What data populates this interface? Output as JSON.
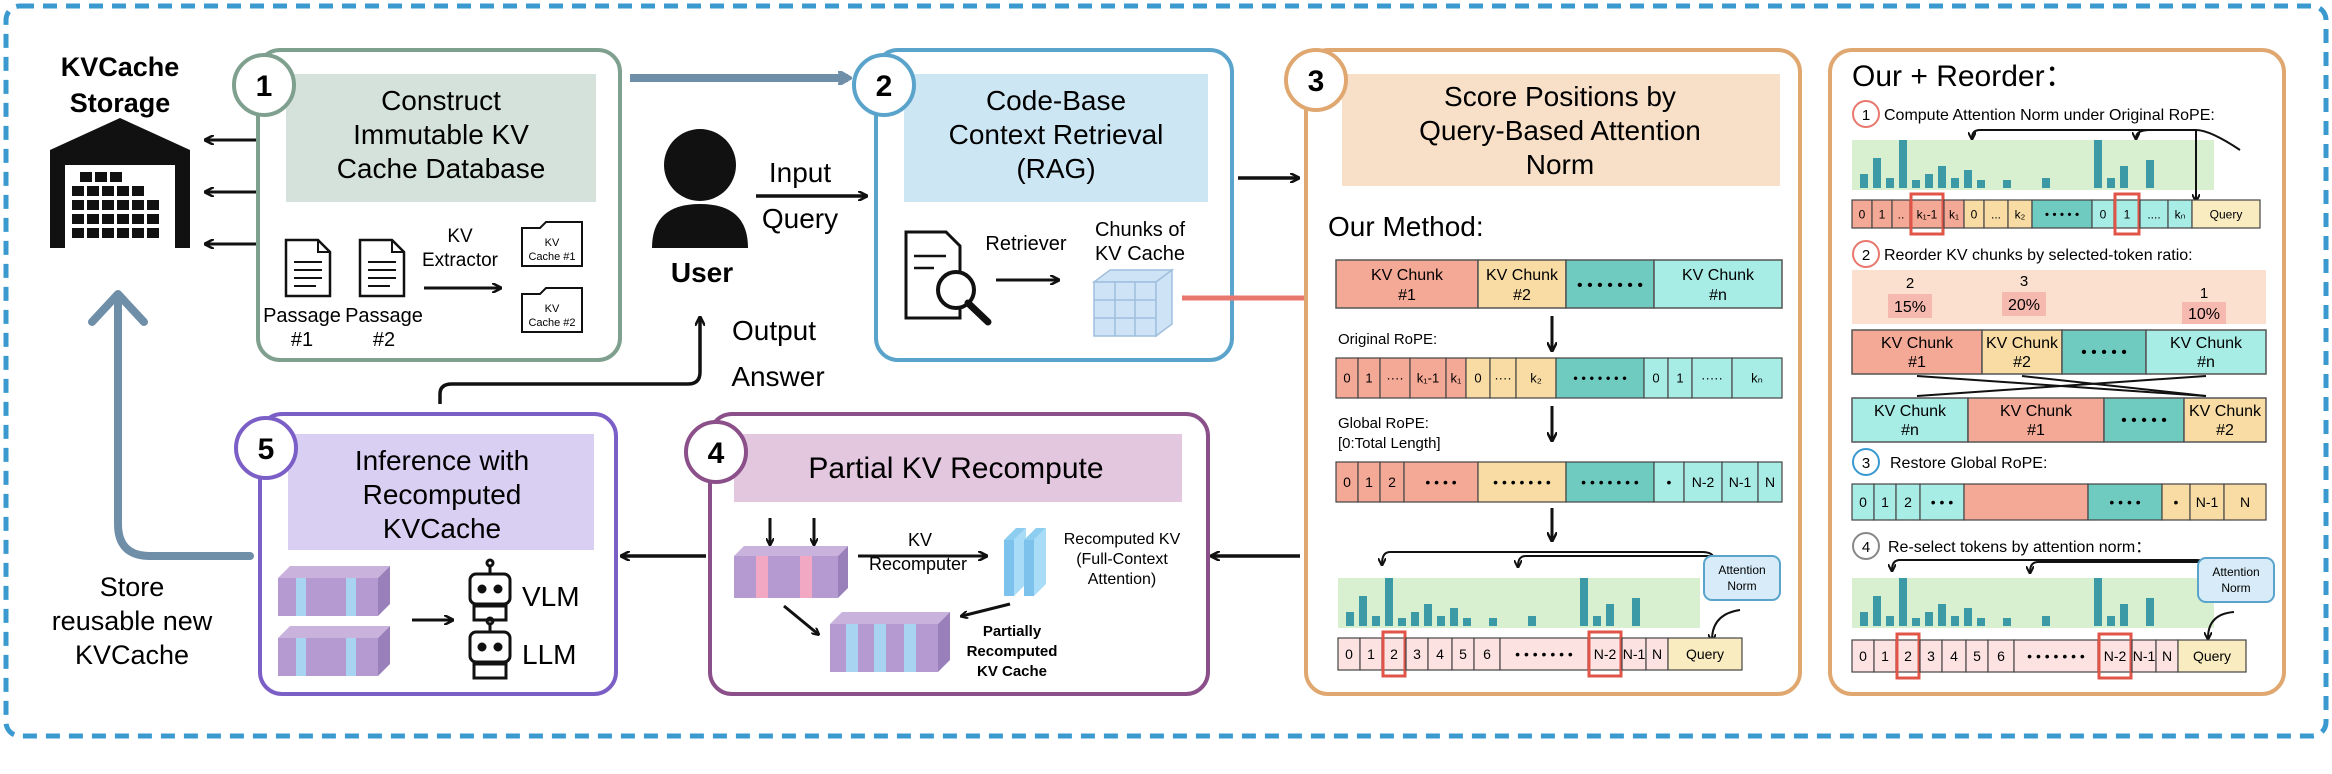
{
  "storage": {
    "title_line1": "KVCache",
    "title_line2": "Storage",
    "store_line1": "Store",
    "store_line2": "reusable new",
    "store_line3": "KVCache"
  },
  "step1": {
    "num": "1",
    "title_line1": "Construct",
    "title_line2": "Immutable KV",
    "title_line3": "Cache Database",
    "passage1_line1": "Passage",
    "passage1_line2": "#1",
    "passage2_line1": "Passage",
    "passage2_line2": "#2",
    "extractor_line1": "KV",
    "extractor_line2": "Extractor",
    "cache1_line1": "KV",
    "cache1_line2": "Cache #1",
    "cache2_line1": "KV",
    "cache2_line2": "Cache #2"
  },
  "user": {
    "label": "User",
    "input_line1": "Input",
    "input_line2": "Query",
    "output_line1": "Output",
    "output_line2": "Answer"
  },
  "step2": {
    "num": "2",
    "title_line1": "Code-Base",
    "title_line2": "Context Retrieval",
    "title_line3": "(RAG)",
    "retriever": "Retriever",
    "chunks_line1": "Chunks of",
    "chunks_line2": "KV Cache"
  },
  "step3": {
    "num": "3",
    "title_line1": "Score Positions by",
    "title_line2": "Query-Based Attention",
    "title_line3": "Norm",
    "method": "Our Method:",
    "chunks": [
      {
        "line1": "KV Chunk",
        "line2": "#1"
      },
      {
        "line1": "KV Chunk",
        "line2": "#2"
      },
      {
        "line1": "• • • • • • •",
        "line2": ""
      },
      {
        "line1": "KV Chunk",
        "line2": "#n"
      }
    ],
    "original_rope": "Original RoPE:",
    "original_tokens": [
      "0",
      "1",
      "····",
      "k₁-1",
      "k₁",
      "0",
      "····",
      "k₂",
      "• • • • • • •",
      "0",
      "1",
      "·····",
      "kₙ"
    ],
    "global_rope_line1": "Global RoPE:",
    "global_rope_line2": "[0:Total Length]",
    "global_tokens": [
      "0",
      "1",
      "2",
      "• • • •",
      "• • • • • • •",
      "• • • • • • •",
      "•",
      "N-2",
      "N-1",
      "N"
    ],
    "attn_norm_line1": "Attention",
    "attn_norm_line2": "Norm",
    "final_tokens": [
      "0",
      "1",
      "2",
      "3",
      "4",
      "5",
      "6",
      "• • • • • • •",
      "N-2",
      "N-1",
      "N",
      "Query"
    ]
  },
  "step4": {
    "num": "4",
    "title": "Partial KV Recompute",
    "recomputer_line1": "KV",
    "recomputer_line2": "Recomputer",
    "recomputed_line1": "Recomputed KV",
    "recomputed_line2": "(Full-Context",
    "recomputed_line3": "Attention)",
    "partial_line1": "Partially",
    "partial_line2": "Recomputed",
    "partial_line3": "KV Cache"
  },
  "step5": {
    "num": "5",
    "title_line1": "Inference with",
    "title_line2": "Recomputed",
    "title_line3": "KVCache",
    "vlm": "VLM",
    "llm": "LLM"
  },
  "reorder": {
    "title": "Our + Reorder：",
    "s1_num": "1",
    "s1_text": "Compute Attention Norm under Original RoPE:",
    "s1_tokens": [
      "0",
      "1",
      "..",
      "k₁-1",
      "k₁",
      "0",
      "...",
      "k₂",
      "• • • • •",
      "0",
      "1",
      "....",
      "kₙ",
      "Query"
    ],
    "s2_num": "2",
    "s2_text": "Reorder KV chunks by selected-token ratio:",
    "ratios": [
      {
        "rank": "2",
        "value": "15%"
      },
      {
        "rank": "3",
        "value": "20%"
      },
      {
        "rank": "1",
        "value": "10%"
      }
    ],
    "chunks_before": [
      {
        "line1": "KV Chunk",
        "line2": "#1"
      },
      {
        "line1": "KV Chunk",
        "line2": "#2"
      },
      {
        "line1": "• • • • •",
        "line2": ""
      },
      {
        "line1": "KV Chunk",
        "line2": "#n"
      }
    ],
    "chunks_after": [
      {
        "line1": "KV Chunk",
        "line2": "#n"
      },
      {
        "line1": "KV Chunk",
        "line2": "#1"
      },
      {
        "line1": "• • • • •",
        "line2": ""
      },
      {
        "line1": "KV Chunk",
        "line2": "#2"
      }
    ],
    "s3_num": "3",
    "s3_text": "Restore Global RoPE:",
    "s3_tokens": [
      "0",
      "1",
      "2",
      "• • •",
      "",
      "• • • •",
      "•",
      "N-1",
      "N"
    ],
    "s4_num": "4",
    "s4_text": "Re-select tokens by attention norm：",
    "attn_norm_line1": "Attention",
    "attn_norm_line2": "Norm",
    "s4_tokens": [
      "0",
      "1",
      "2",
      "3",
      "4",
      "5",
      "6",
      "• • • • • • •",
      "N-2",
      "N-1",
      "N",
      "Query"
    ]
  },
  "colors": {
    "teal_border": "#3a9ad0",
    "step1": "#7fa08e",
    "step2": "#5aa4cc",
    "step3": "#e0a870",
    "step4": "#8b4f8a",
    "step5": "#7b5fc7",
    "red_arrow": "#e8776d",
    "flow_arrow": "#6f8ea8"
  }
}
